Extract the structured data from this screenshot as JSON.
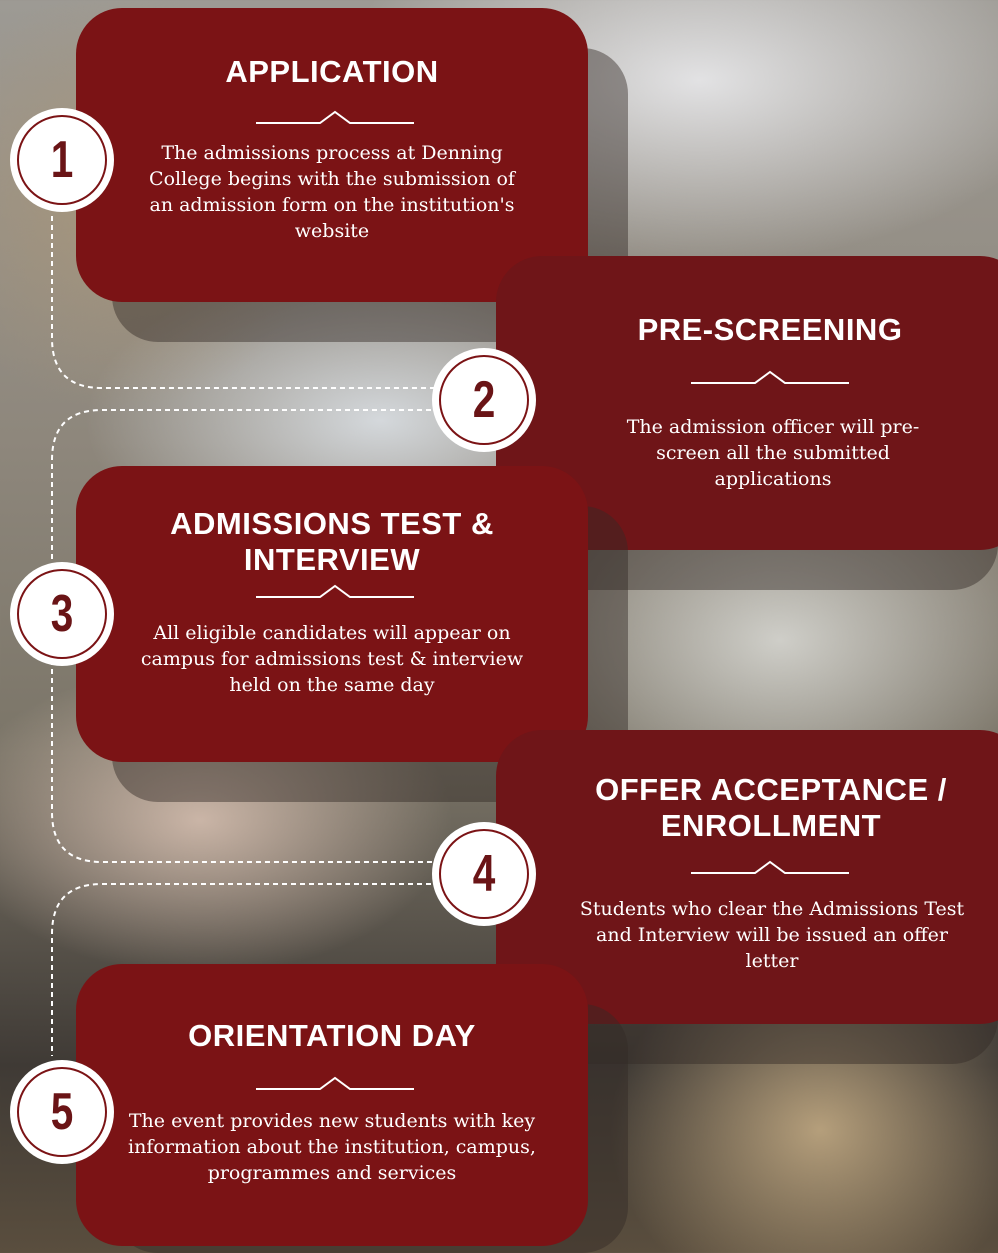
{
  "steps": [
    {
      "number": "1",
      "title": "APPLICATION",
      "description": "The admissions process at Denning College begins with the submission of an admission form on the institution's website"
    },
    {
      "number": "2",
      "title": "PRE-SCREENING",
      "description": "The admission officer will pre-screen all the submitted applications"
    },
    {
      "number": "3",
      "title": "ADMISSIONS TEST & INTERVIEW",
      "description": "All eligible candidates will appear on campus for admissions test & interview held on the same day"
    },
    {
      "number": "4",
      "title": "OFFER ACCEPTANCE / ENROLLMENT",
      "description": "Students who clear the Admissions Test and Interview will be issued an offer letter"
    },
    {
      "number": "5",
      "title": "ORIENTATION DAY",
      "description": "The event provides new students with key information about the institution, campus, programmes and services"
    }
  ],
  "colors": {
    "card_left": "#7b1315",
    "card_right": "#6f1518",
    "badge_ring": "#7b1315",
    "text": "#ffffff"
  }
}
